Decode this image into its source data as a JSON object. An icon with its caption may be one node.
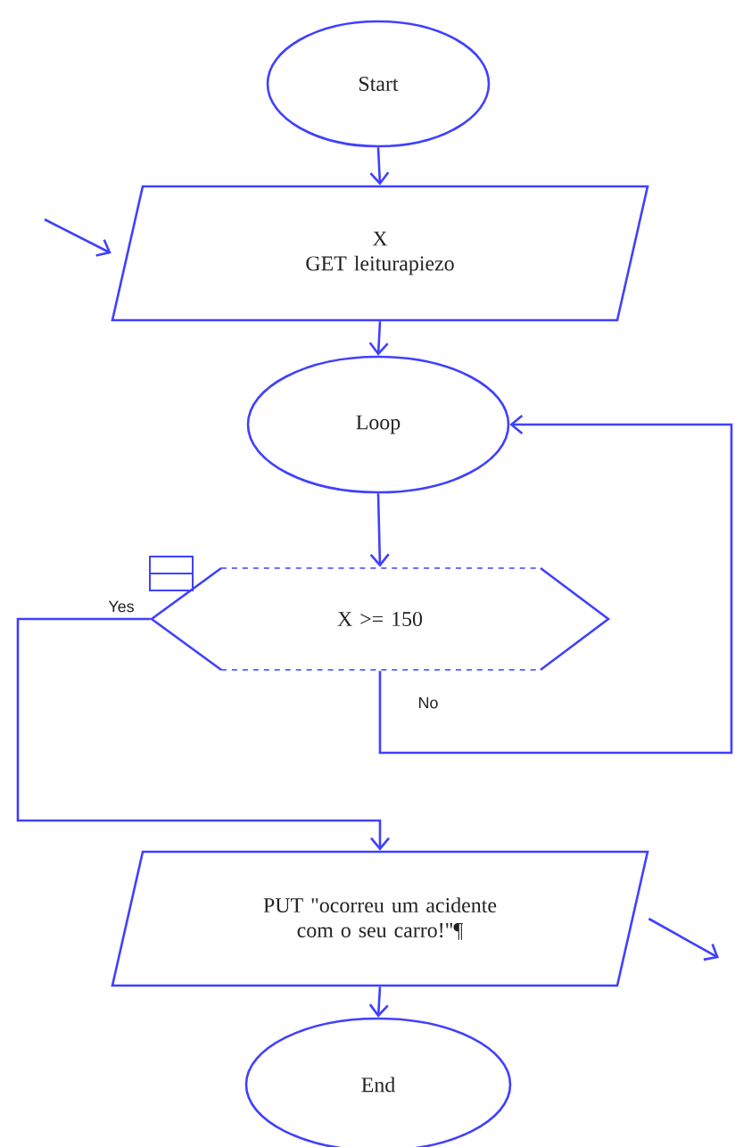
{
  "diagram": {
    "nodes": [
      {
        "text": [
          "Start"
        ]
      },
      {
        "text": [
          "X",
          "GET leiturapiezo"
        ]
      },
      {
        "text": [
          "Loop"
        ]
      },
      {
        "text": [
          "X >= 150"
        ]
      },
      {
        "text": [
          "PUT \"ocorreu um acidente com o seu carro!\"¶"
        ]
      },
      {
        "text": [
          "End"
        ]
      }
    ],
    "edges": [
      {
        "from": 0,
        "to": 1,
        "arrow": "to"
      },
      {
        "from": null,
        "to": 1,
        "arrow": "to"
      },
      {
        "from": 1,
        "to": 2,
        "arrow": "to"
      },
      {
        "from": 2,
        "to": 3,
        "arrow": "to"
      },
      {
        "from": 3,
        "to": 4,
        "arrow": "to",
        "label": "Yes"
      },
      {
        "from": 3,
        "to": 2,
        "arrow": "to",
        "label": "No"
      },
      {
        "from": 4,
        "to": null,
        "arrow": "to"
      },
      {
        "from": 4,
        "to": 5,
        "arrow": "to"
      }
    ]
  }
}
